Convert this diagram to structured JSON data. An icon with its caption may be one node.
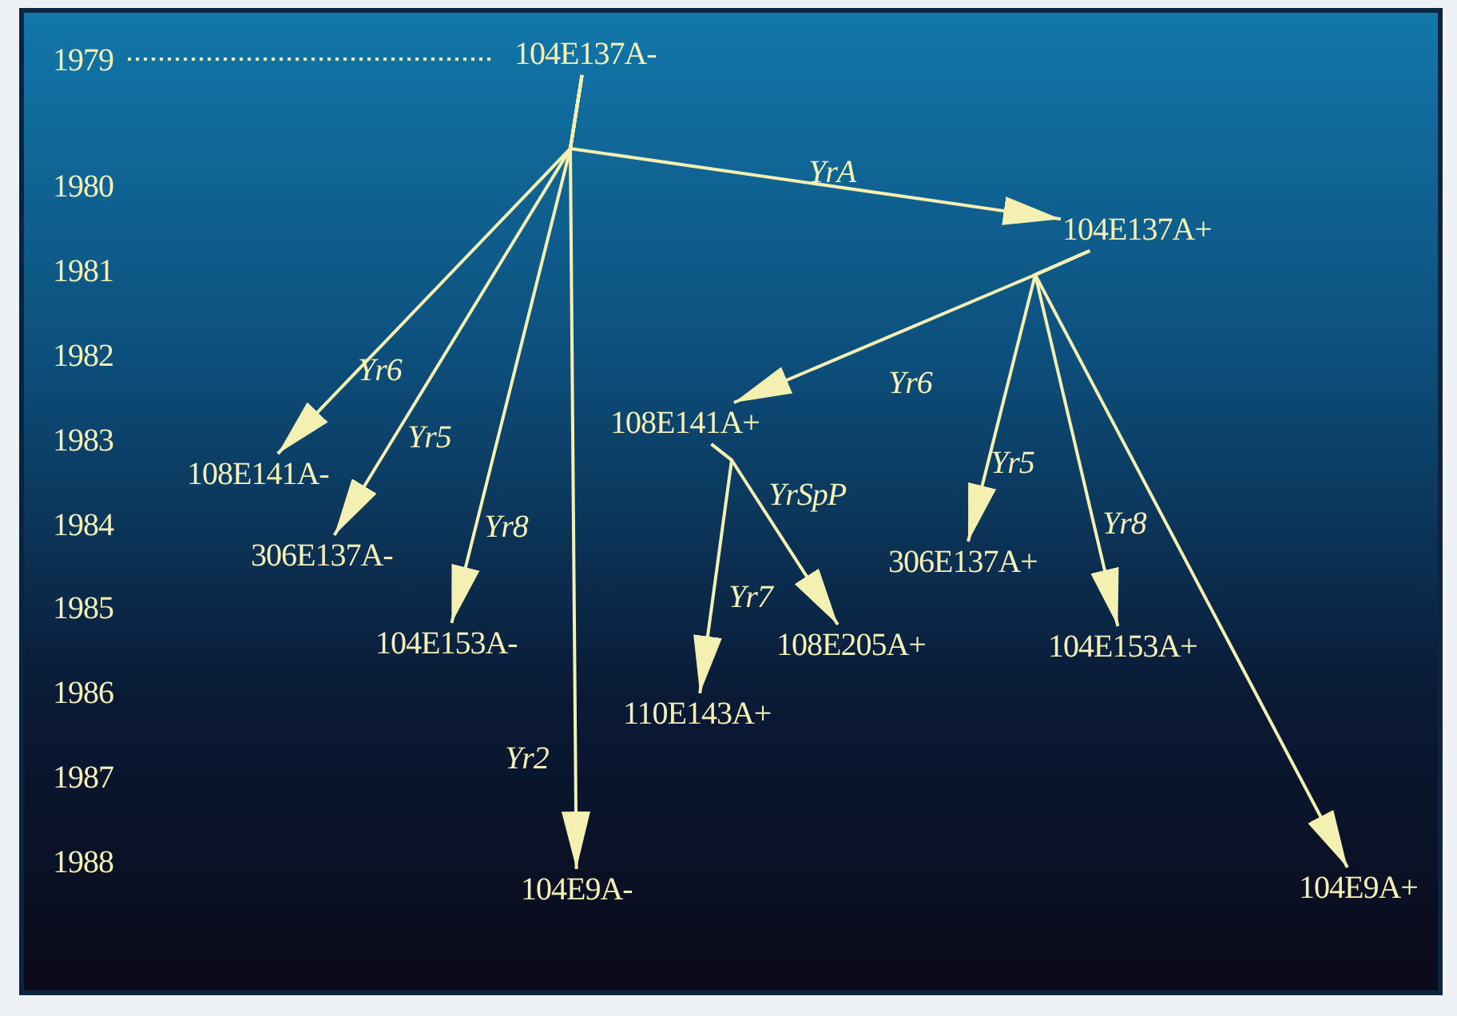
{
  "diagram": {
    "nodes": [
      {
        "text": [
          "104E137A-"
        ]
      },
      {
        "text": [
          "104E137A+"
        ]
      },
      {
        "text": [
          "108E141A+"
        ]
      },
      {
        "text": [
          "108E141A-"
        ]
      },
      {
        "text": [
          "306E137A-"
        ]
      },
      {
        "text": [
          "306E137A+"
        ]
      },
      {
        "text": [
          "104E153A-"
        ]
      },
      {
        "text": [
          "108E205A+"
        ]
      },
      {
        "text": [
          "104E153A+"
        ]
      },
      {
        "text": [
          "110E143A+"
        ]
      },
      {
        "text": [
          "104E9A-"
        ]
      },
      {
        "text": [
          "104E9A+"
        ]
      }
    ],
    "edges": [
      {
        "from": 0,
        "to": 1,
        "arrow": "to",
        "label": "YrA"
      },
      {
        "from": 0,
        "to": 3,
        "arrow": "to",
        "label": "Yr6"
      },
      {
        "from": 0,
        "to": 4,
        "arrow": "to",
        "label": "Yr5"
      },
      {
        "from": 0,
        "to": 6,
        "arrow": "to",
        "label": "Yr8"
      },
      {
        "from": 0,
        "to": 10,
        "arrow": "to",
        "label": "Yr2"
      },
      {
        "from": 1,
        "to": 2,
        "arrow": "to",
        "label": "Yr6"
      },
      {
        "from": 1,
        "to": 5,
        "arrow": "to",
        "label": "Yr5"
      },
      {
        "from": 1,
        "to": 8,
        "arrow": "to",
        "label": "Yr8"
      },
      {
        "from": 1,
        "to": 11,
        "arrow": "to"
      },
      {
        "from": 2,
        "to": 9,
        "arrow": "to",
        "label": "Yr7"
      },
      {
        "from": 2,
        "to": 7,
        "arrow": "to",
        "label": "YrSpP"
      }
    ],
    "labels": [
      "1979",
      "1980",
      "1981",
      "1982",
      "1983",
      "1984",
      "1985",
      "1986",
      "1987",
      "1988"
    ]
  }
}
